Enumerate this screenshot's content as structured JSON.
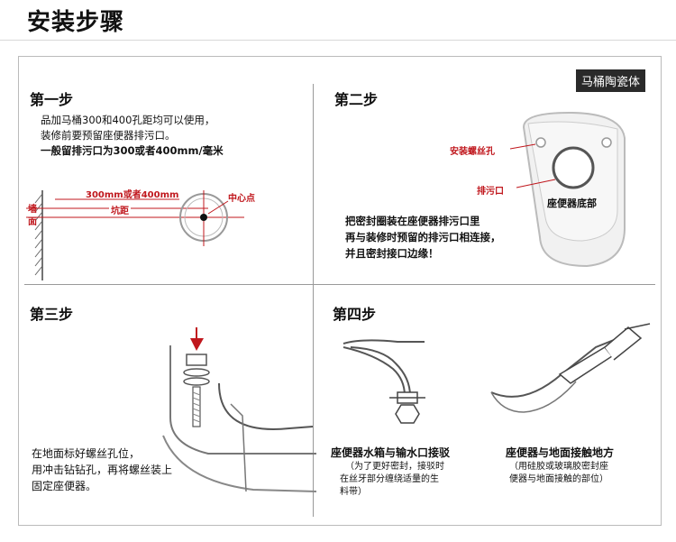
{
  "header": {
    "title": "安装步骤"
  },
  "badge": "马桶陶瓷体",
  "step1": {
    "title": "第一步",
    "lines": [
      "品加马桶300和400孔距均可以使用，",
      "装修前要预留座便器排污口。",
      "一般留排污口为300或者400mm/毫米"
    ],
    "label_distance": "300mm或者400mm",
    "label_pit": "坑距",
    "label_center": "中心点",
    "label_wall_1": "墙",
    "label_wall_2": "面"
  },
  "step2": {
    "title": "第二步",
    "label_screw": "安装螺丝孔",
    "label_outlet": "排污口",
    "label_bottom": "座便器底部",
    "lines": [
      "把密封圈装在座便器排污口里",
      "再与装修时预留的排污口相连接，",
      "并且密封接口边缘！"
    ]
  },
  "step3": {
    "title": "第三步",
    "lines": [
      "在地面标好螺丝孔位，",
      "用冲击钻钻孔，再将螺丝装上",
      "固定座便器。"
    ]
  },
  "step4": {
    "title": "第四步",
    "left_caption": "座便器水箱与输水口接驳",
    "left_notes": [
      "（为了更好密封，接驳时",
      "在丝牙部分缠绕适量的生",
      "料带）"
    ],
    "right_caption": "座便器与地面接触地方",
    "right_notes": [
      "（用硅胶或玻璃胶密封座",
      "便器与地面接触的部位）"
    ]
  },
  "colors": {
    "accent_red": "#c0171d",
    "badge_bg": "#2a2a2a"
  }
}
